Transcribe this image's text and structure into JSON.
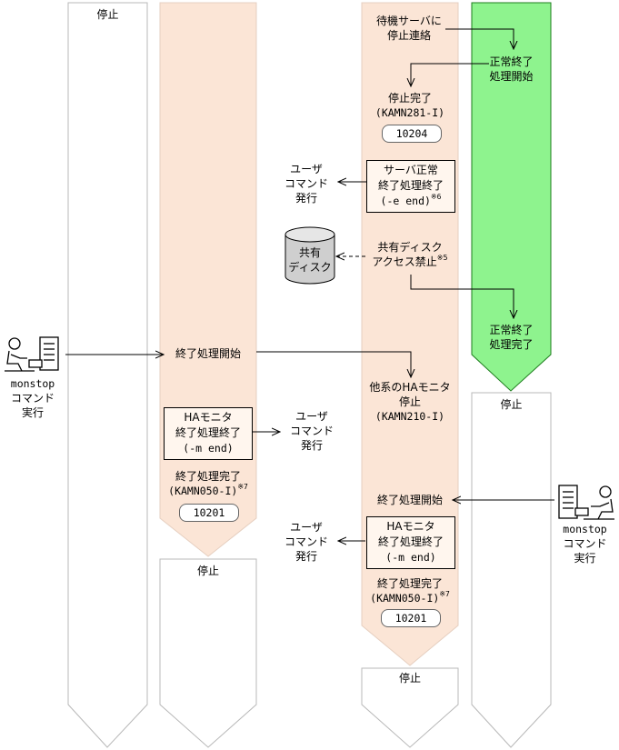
{
  "lanes": {
    "lane1_top_state": "停止",
    "lane2_bottom_state": "停止",
    "lane3_bottom_state": "停止",
    "lane4_bottom_state": "停止"
  },
  "left_terminal": {
    "cmd": "monstop",
    "line2": "コマンド",
    "line3": "実行"
  },
  "right_terminal": {
    "cmd": "monstop",
    "line2": "コマンド",
    "line3": "実行"
  },
  "lane3": {
    "notify": [
      "待機サーバに",
      "停止連絡"
    ],
    "stop_complete": [
      "停止完了",
      "(KAMN281-I)"
    ],
    "code1": "10204",
    "server_normal_box": [
      "サーバ正常",
      "終了処理終了",
      "(-e end)"
    ],
    "server_normal_note": "※6",
    "disk_block": [
      "共有ディスク",
      "アクセス禁止"
    ],
    "disk_note": "※5",
    "other_ha_stop": [
      "他系のHAモニタ",
      "停止",
      "(KAMN210-I)"
    ],
    "end_start": "終了処理開始",
    "ha_box": [
      "HAモニタ",
      "終了処理終了",
      "(-m end)"
    ],
    "end_complete": [
      "終了処理完了",
      "(KAMN050-I)"
    ],
    "end_complete_note": "※7",
    "code2": "10201"
  },
  "lane2": {
    "end_start": "終了処理開始",
    "ha_box": [
      "HAモニタ",
      "終了処理終了",
      "(-m end)"
    ],
    "end_complete": [
      "終了処理完了",
      "(KAMN050-I)"
    ],
    "end_complete_note": "※7",
    "code": "10201"
  },
  "lane4": {
    "normal_start": [
      "正常終了",
      "処理開始"
    ],
    "normal_done": [
      "正常終了",
      "処理完了"
    ]
  },
  "user_cmd": [
    "ユーザ",
    "コマンド",
    "発行"
  ],
  "shared_disk": [
    "共有",
    "ディスク"
  ],
  "colors": {
    "lane_peach": "#fbe5d6",
    "lane_green": "#8ef38e",
    "border": "#b8b8b8"
  }
}
